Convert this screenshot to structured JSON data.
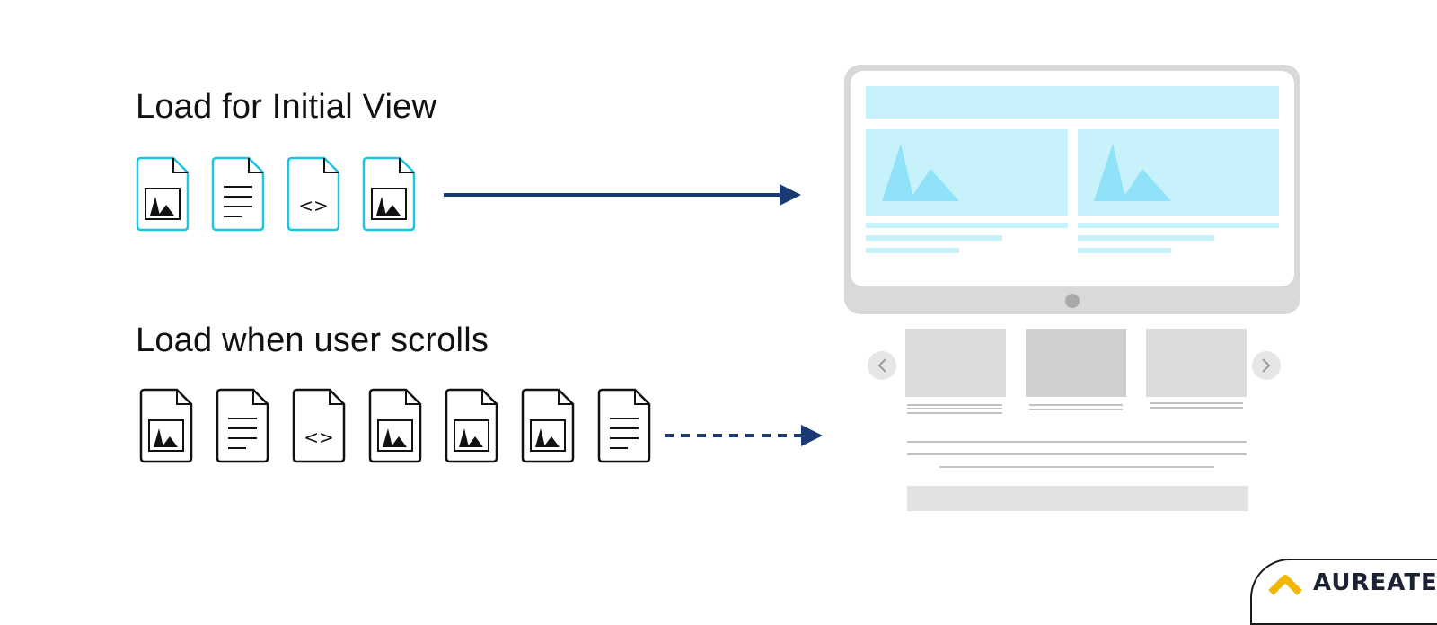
{
  "headings": {
    "initial": "Load for Initial View",
    "scroll": "Load when user scrolls"
  },
  "initial_files": [
    {
      "icon": "image-file-icon"
    },
    {
      "icon": "text-file-icon"
    },
    {
      "icon": "code-file-icon",
      "glyph": "<>"
    },
    {
      "icon": "image-file-icon"
    }
  ],
  "scroll_files": [
    {
      "icon": "image-file-icon"
    },
    {
      "icon": "text-file-icon"
    },
    {
      "icon": "code-file-icon",
      "glyph": "<>"
    },
    {
      "icon": "image-file-icon"
    },
    {
      "icon": "image-file-icon"
    },
    {
      "icon": "image-file-icon"
    },
    {
      "icon": "text-file-icon"
    }
  ],
  "logo": {
    "text": "AUREATE"
  },
  "colors": {
    "initial_accent": "#1fc3e6",
    "scroll_accent": "#111111",
    "arrow": "#1b3a73",
    "screen_fill": "#c8f2fb",
    "screen_shape": "#8fe2f7",
    "monitor_frame": "#d9d9d9",
    "placeholder": "#dcdcdc",
    "logo_accent": "#f2b705"
  }
}
